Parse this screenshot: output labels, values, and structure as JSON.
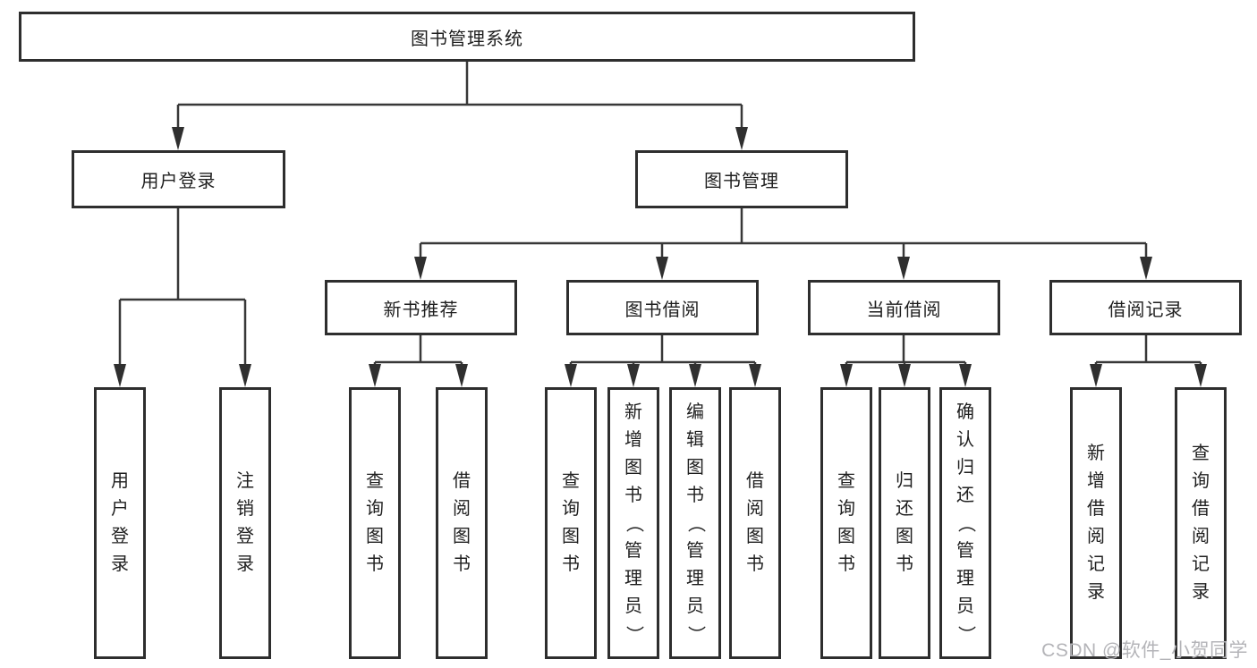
{
  "diagram": {
    "root": "图书管理系统",
    "branches": [
      {
        "label": "用户登录",
        "children": [
          "用户登录",
          "注销登录"
        ]
      },
      {
        "label": "图书管理",
        "children": [
          {
            "label": "新书推荐",
            "children": [
              "查询图书",
              "借阅图书"
            ]
          },
          {
            "label": "图书借阅",
            "children": [
              "查询图书",
              "新增图书（管理员）",
              "编辑图书（管理员）",
              "借阅图书"
            ]
          },
          {
            "label": "当前借阅",
            "children": [
              "查询图书",
              "归还图书",
              "确认归还（管理员）"
            ]
          },
          {
            "label": "借阅记录",
            "children": [
              "新增借阅记录",
              "查询借阅记录"
            ]
          }
        ]
      }
    ]
  },
  "watermark": "CSDN @软件_小贺同学",
  "colors": {
    "background": "#ffffff",
    "box_border": "#2e2e2e",
    "line": "#383838",
    "text": "#1f1f1f",
    "watermark": "#b4b4b8"
  }
}
